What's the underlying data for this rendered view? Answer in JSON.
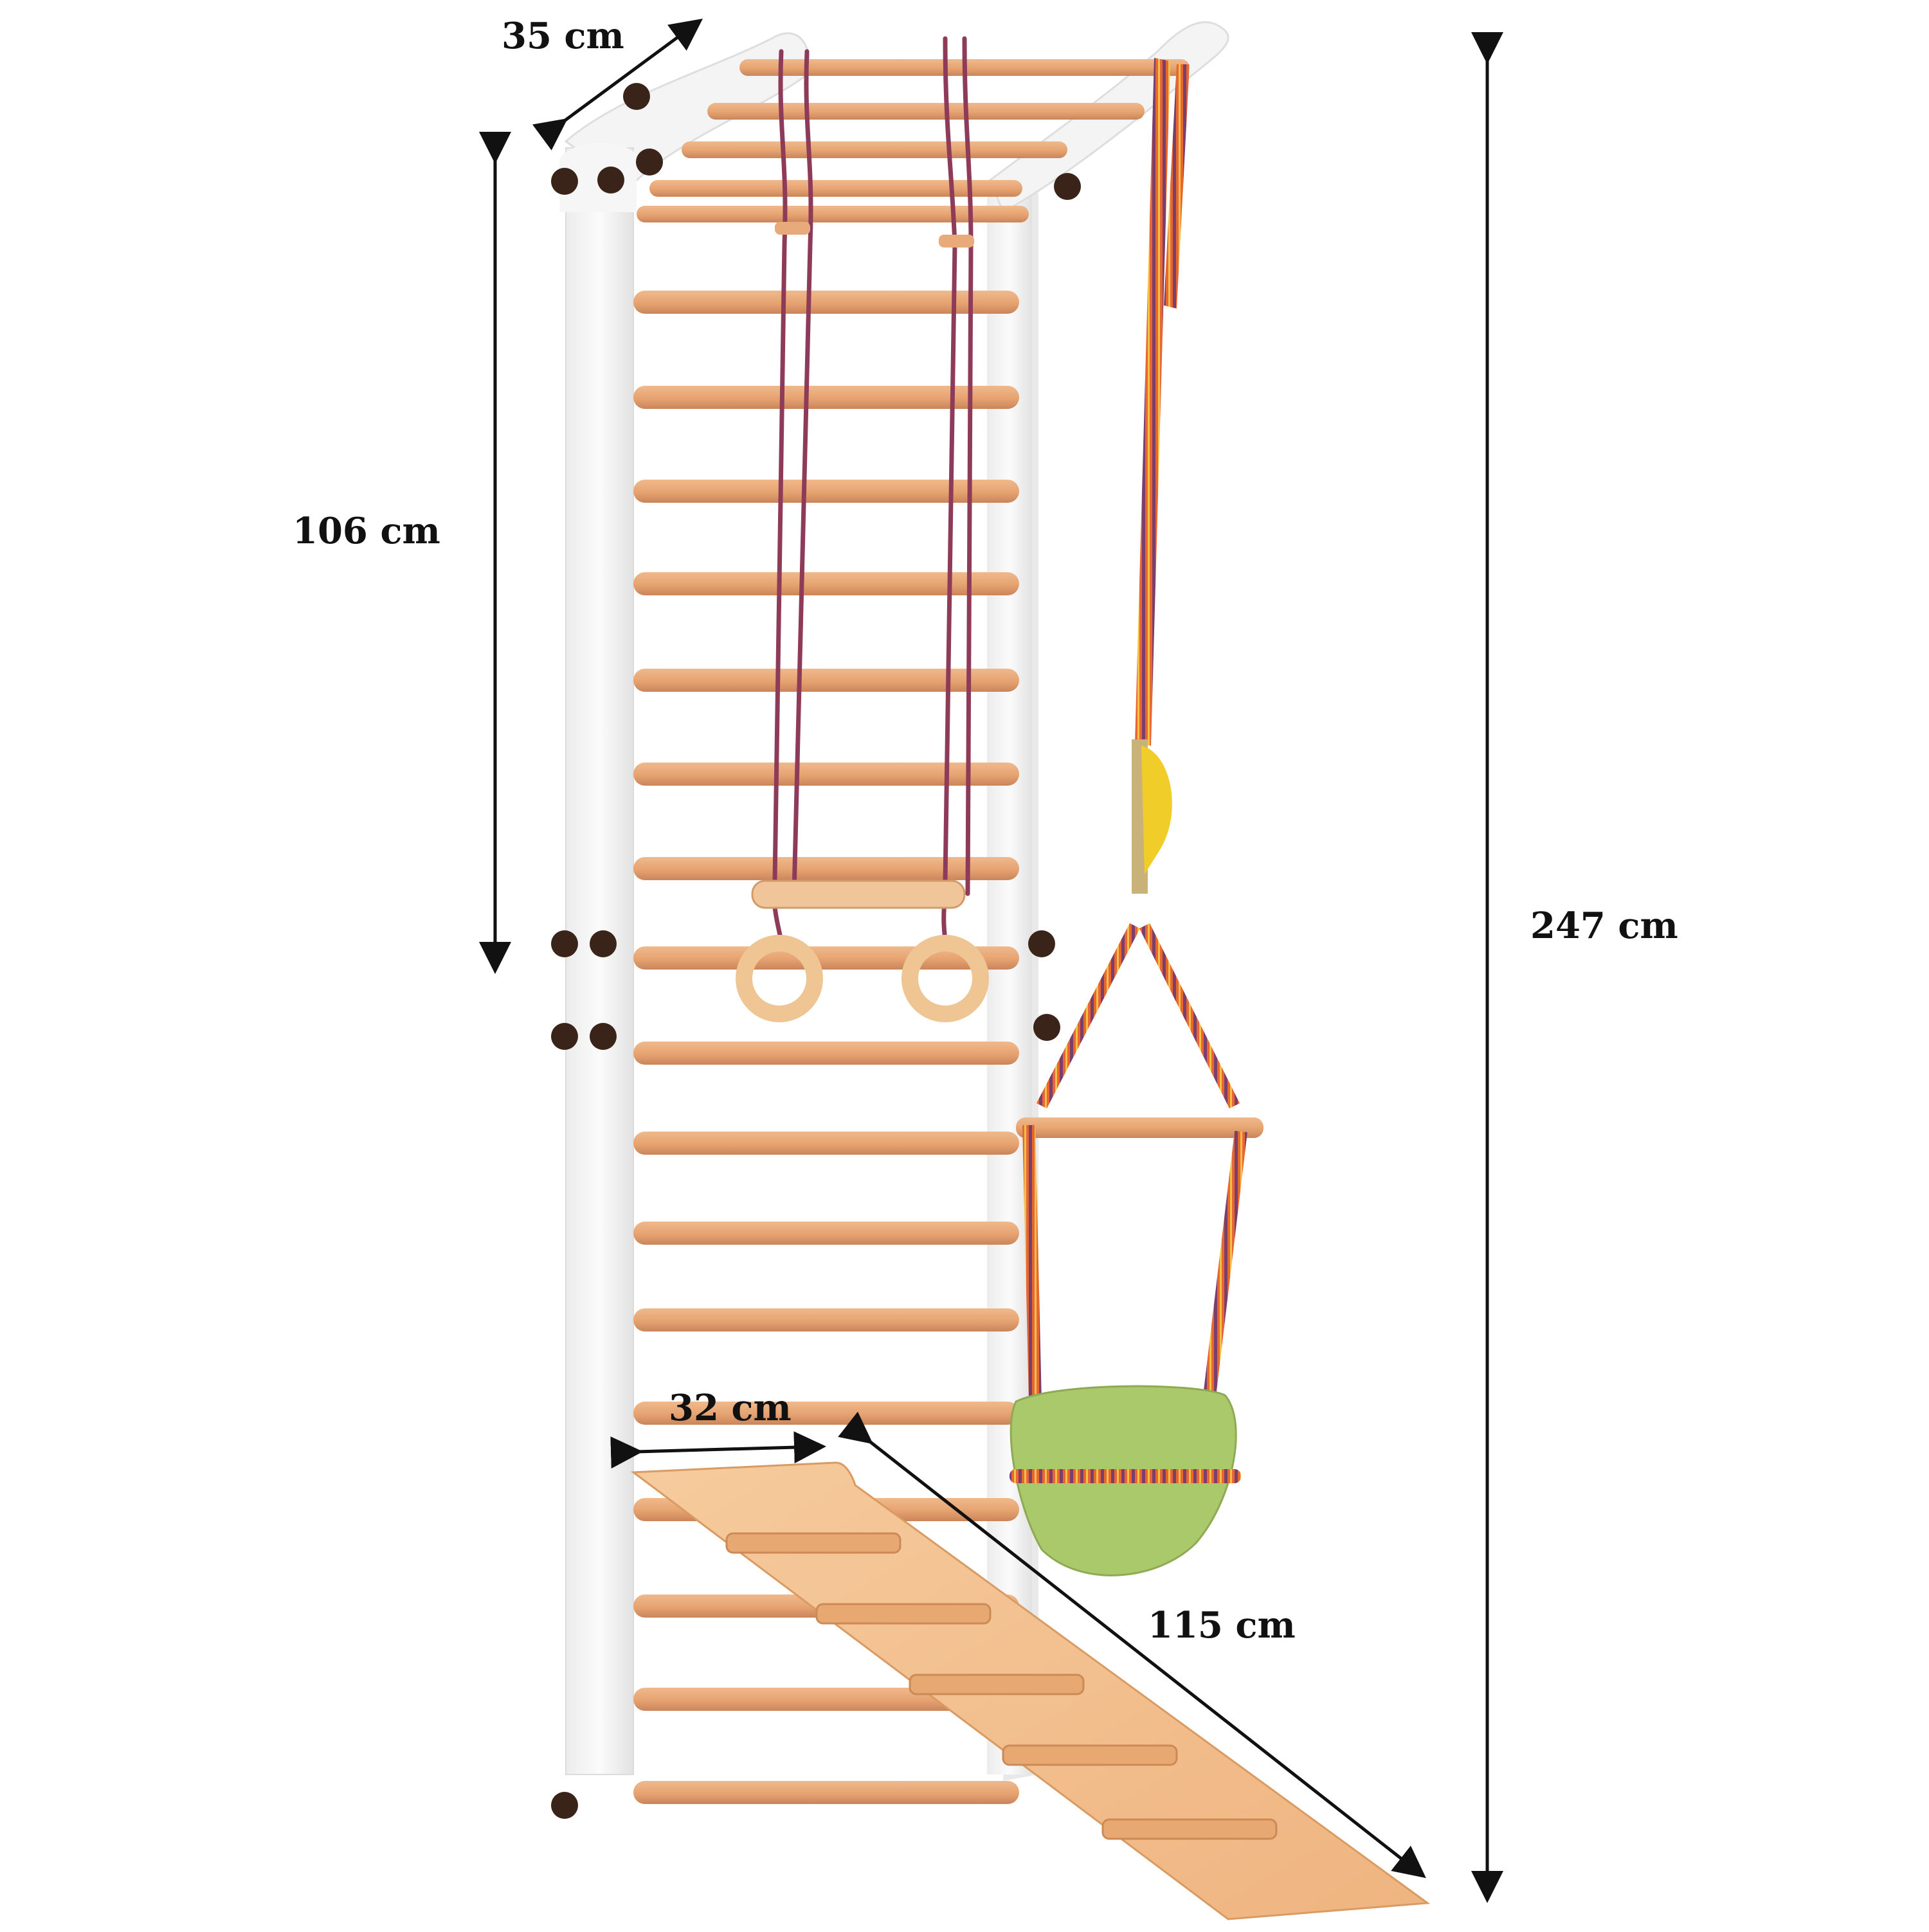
{
  "product": {
    "description_note": "",
    "colors": {
      "frame": "#f7f7f7",
      "frame_shadow": "#e3e3e3",
      "bolt": "#3a2419",
      "rung": "#e8a97b",
      "rung_dark": "#cf8a5c",
      "rope": "#8e3b5a",
      "strap_a": "#e8662f",
      "strap_b": "#7b3f6e",
      "seat": "#a9c96b",
      "yellow_tab": "#f1cd2a",
      "ring": "#ecc08e",
      "slide": "#f2bf8a",
      "slide_edge": "#d99b62",
      "arrow": "#111111"
    }
  },
  "dimensions": {
    "top_depth": "35 cm",
    "upper_height": "106 cm",
    "total_height": "247 cm",
    "slide_width": "32 cm",
    "slide_length": "115 cm"
  }
}
